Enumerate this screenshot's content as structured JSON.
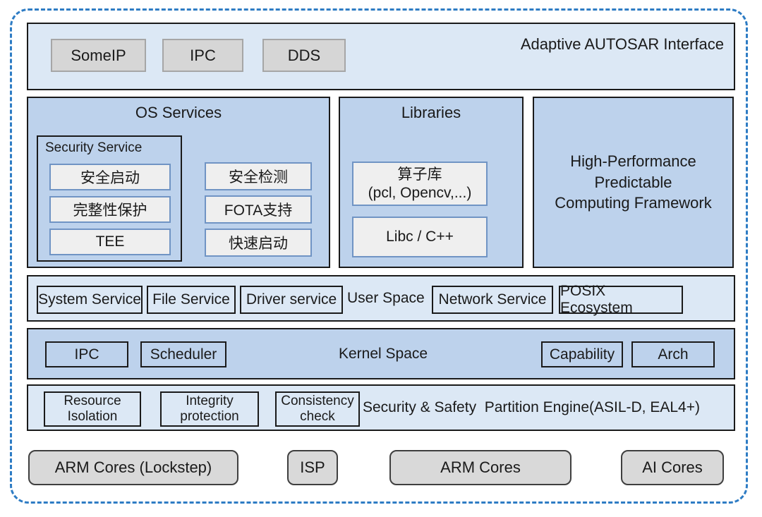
{
  "colors": {
    "frame_dash": "#2e7cc4",
    "light_blue_fill": "#dce8f5",
    "mid_blue_fill": "#bdd2ec",
    "small_chip_fill": "#efefef",
    "small_chip_border": "#7094c4",
    "grey_chip_fill": "#d6d6d6",
    "grey_chip_border": "#a6a6a6",
    "hardware_fill": "#d9d9d9",
    "hardware_border": "#3f3f3f",
    "box_border": "#1a1a1a"
  },
  "autosar": {
    "title": "Adaptive AUTOSAR Interface",
    "chips": [
      "SomeIP",
      "IPC",
      "DDS"
    ]
  },
  "os_services": {
    "title": "OS Services",
    "security": {
      "title": "Security Service",
      "items": [
        "安全启动",
        "完整性保护",
        "TEE"
      ]
    },
    "items": [
      "安全检测",
      "FOTA支持",
      "快速启动"
    ]
  },
  "libraries": {
    "title": "Libraries",
    "operator_lib": {
      "line1": "算子库",
      "line2": "(pcl, Opencv,...)"
    },
    "libc": "Libc / C++"
  },
  "hpc": {
    "line1": "High-Performance",
    "line2": "Predictable",
    "line3": "Computing Framework"
  },
  "user_space": {
    "label": "User Space",
    "left": [
      "System Service",
      "File Service",
      "Driver service"
    ],
    "right": [
      "Network Service",
      "POSIX Ecosystem"
    ]
  },
  "kernel_space": {
    "label": "Kernel Space",
    "left": [
      "IPC",
      "Scheduler"
    ],
    "right": [
      "Capability",
      "Arch"
    ]
  },
  "partition": {
    "label": "Security & Safety  Partition Engine(ASIL-D, EAL4+)",
    "boxes": [
      {
        "line1": "Resource",
        "line2": "Isolation"
      },
      {
        "line1": "Integrity",
        "line2": "protection"
      },
      {
        "line1": "Consistency",
        "line2": "check"
      }
    ]
  },
  "hardware": [
    "ARM Cores (Lockstep)",
    "ISP",
    "ARM Cores",
    "AI Cores"
  ]
}
